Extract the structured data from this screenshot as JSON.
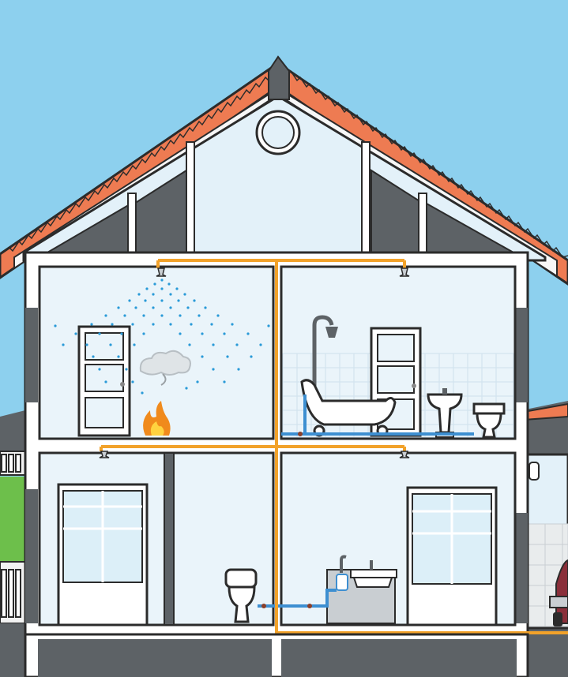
{
  "scene": {
    "colors": {
      "sky": "#8dd0ee",
      "roof_tile": "#ee7b52",
      "wall": "#e3f1f9",
      "room_interior": "#eaf4fa",
      "outline": "#2b2b2b",
      "pipe_water": "#f2a22a",
      "pipe_plumbing": "#3d8fd1",
      "spray": "#2a9ad8",
      "fire": "#f08a1c",
      "foundation": "#9aa0a4"
    },
    "elements": [
      "roof",
      "attic-vent-window",
      "sprinkler-pipe-network",
      "fire-sprinkler-heads",
      "water-spray",
      "smoke-cloud",
      "fire",
      "bedroom-door",
      "bathtub",
      "shower-head",
      "bathroom-sink",
      "toilet",
      "kitchen-sink",
      "water-filter",
      "windows",
      "neighbor-house",
      "parked-car"
    ]
  }
}
